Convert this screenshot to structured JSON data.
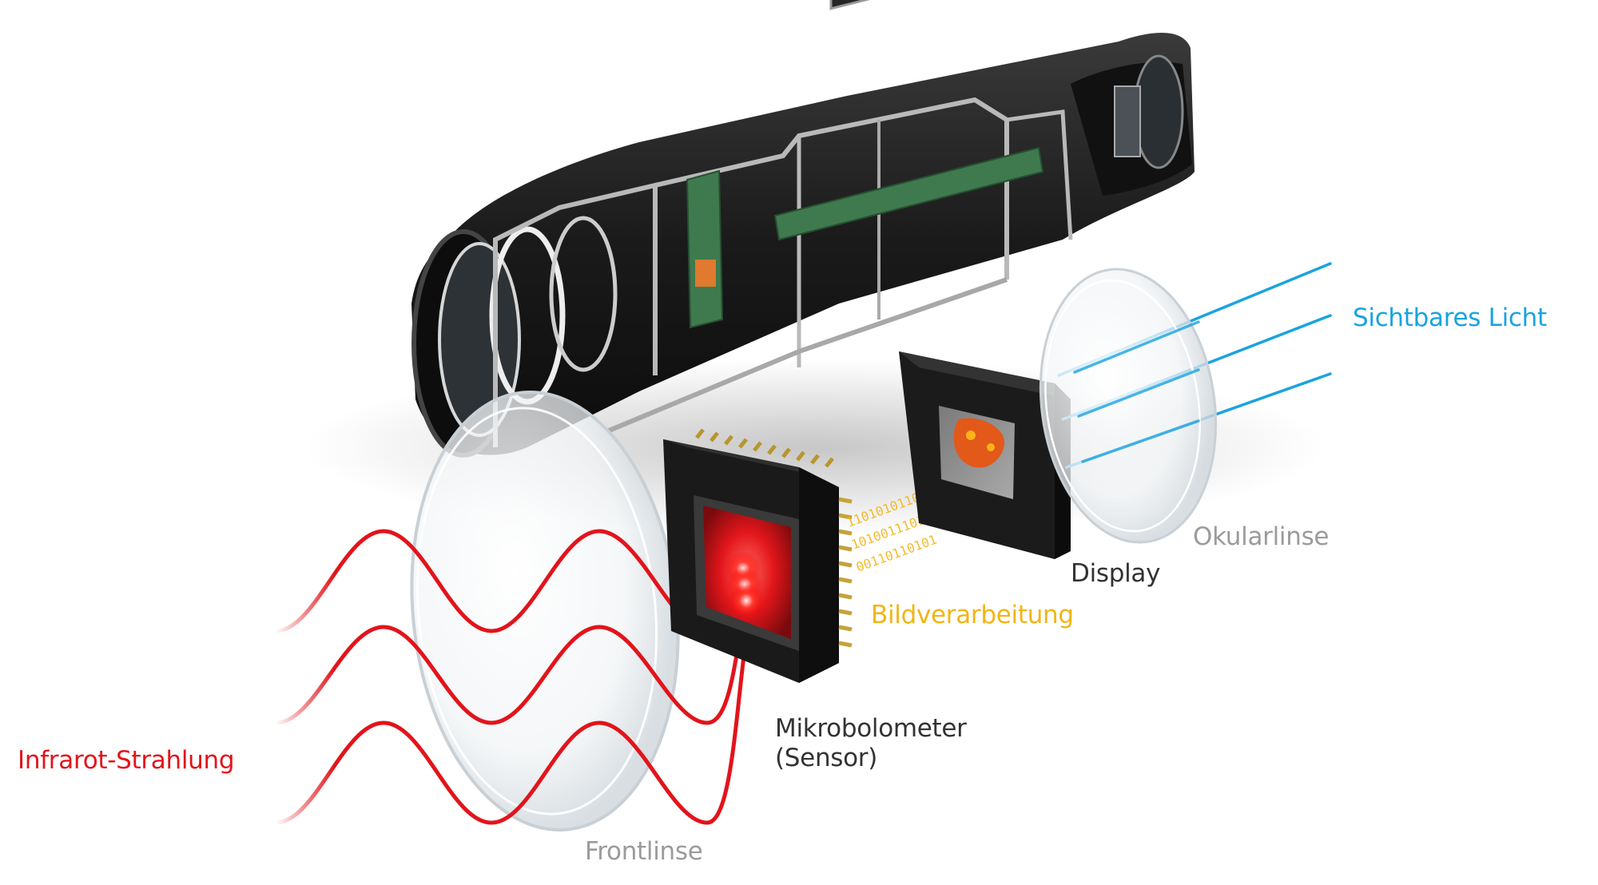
{
  "labels": {
    "infrared": "Infrarot-Strahlung",
    "front_lens": "Frontlinse",
    "sensor_line1": "Mikrobolometer",
    "sensor_line2": "(Sensor)",
    "processing": "Bildverarbeitung",
    "display": "Display",
    "ocular_lens": "Okularlinse",
    "visible_light": "Sichtbares Licht"
  },
  "binary_rows": [
    "11010101101",
    "10100111010",
    "00110110101"
  ],
  "colors": {
    "infrared": "#e2141b",
    "visible": "#1aa3e0",
    "processing": "#f2b516",
    "dark_text": "#333333",
    "gray_text": "#9b9b9b"
  },
  "icons": {
    "device": "thermal-monocular-cutaway",
    "front_lens": "lens-disc",
    "sensor": "microbolometer-chip",
    "display": "display-module",
    "ocular_lens": "lens-disc",
    "infrared_waves": "sine-waves",
    "visible_rays": "light-rays"
  }
}
